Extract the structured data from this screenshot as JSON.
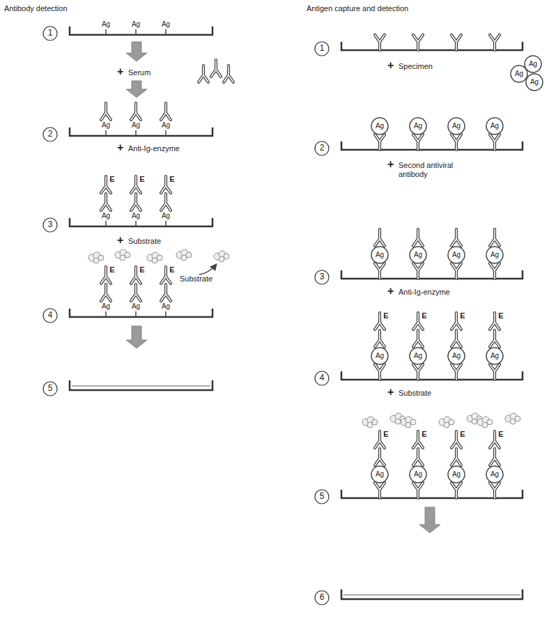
{
  "diagram": {
    "labels": [
      "Antibody detection",
      "Antigen capture and detection",
      "1",
      "Ag",
      "Ag",
      "Ag",
      "+",
      "Serum",
      "2",
      "Ag",
      "Ag",
      "Ag",
      "+",
      "Anti-Ig-enzyme",
      "3",
      "E",
      "E",
      "E",
      "Ag",
      "Ag",
      "Ag",
      "+",
      "Substrate",
      "4",
      "E",
      "E",
      "E",
      "Ag",
      "Ag",
      "Ag",
      "Substrate",
      "5",
      "1",
      "+",
      "Specimen",
      "Ag",
      "Ag",
      "Ag",
      "2",
      "Ag",
      "Ag",
      "Ag",
      "Ag",
      "+",
      "Second antiviral antibody",
      "3",
      "Ag",
      "Ag",
      "Ag",
      "Ag",
      "+",
      "Anti-Ig-enzyme",
      "4",
      "E",
      "E",
      "E",
      "E",
      "Ag",
      "Ag",
      "Ag",
      "Ag",
      "+",
      "Substrate",
      "5",
      "E",
      "E",
      "E",
      "E",
      "Ag",
      "Ag",
      "Ag",
      "Ag",
      "6"
    ]
  }
}
